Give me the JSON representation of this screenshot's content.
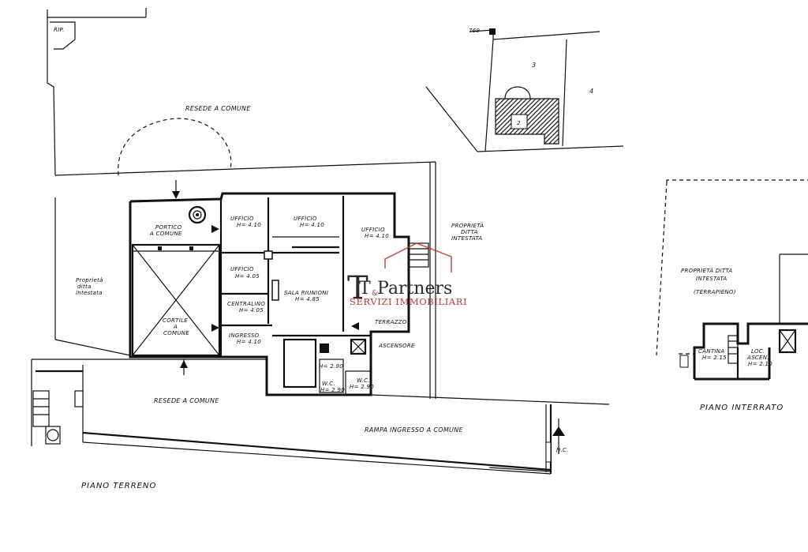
{
  "labels": {
    "rip": "RIP.",
    "resede_top": "RESEDE A COMUNE",
    "parcel_769": "769",
    "parcel_3": "3",
    "parcel_4": "4",
    "parcel_2": "2",
    "proprieta_left_1": "Proprietà",
    "proprieta_left_2": "ditta",
    "proprieta_left_3": "intestata",
    "portico_1": "PORTICO",
    "portico_2": "A COMUNE",
    "cortile_1": "CORTILE",
    "cortile_2": "A",
    "cortile_3": "COMUNE",
    "ufficio1_1": "UFFICIO",
    "ufficio1_2": "H= 4.10",
    "ufficio2_1": "UFFICIO",
    "ufficio2_2": "H= 4.10",
    "ufficio3_1": "UFFICIO",
    "ufficio3_2": "H= 4.10",
    "ufficio4_1": "UFFICIO",
    "ufficio4_2": "H= 4.05",
    "centralino_1": "CENTRALINO",
    "centralino_2": "H= 4.05",
    "sala_1": "SALA RIUNIONI",
    "sala_2": "H= 4.85",
    "ingresso_1": "INGRESSO",
    "ingresso_2": "H= 4.10",
    "terrazzo": "TERRAZZO",
    "ascensore": "ASCENSORE",
    "wc_h1": "H= 2.90",
    "wc_1": "W.C.",
    "wc_2": "H= 2.90",
    "wc3_1": "W.C.",
    "wc3_2": "H= 2.90",
    "proprieta_right_1": "PROPRIETÀ",
    "proprieta_right_2": "DITTA",
    "proprieta_right_3": "INTESTATA",
    "resede_bottom": "RESEDE A COMUNE",
    "rampa": "RAMPA INGRESSO A COMUNE",
    "nc": "N.C.",
    "piano_terreno": "PIANO TERRENO",
    "proprieta_b_1": "PROPRIETÀ DITTA",
    "proprieta_b_2": "INTESTATA",
    "terrapieno": "(TERRAPIENO)",
    "cantina_1": "CANTINA",
    "cantina_2": "H= 2.15",
    "loc_1": "LOC.",
    "loc_2": "ASCEN.",
    "loc_3": "H= 2.10",
    "piano_interrato": "PIANO INTERRATO"
  },
  "logo": {
    "t_big": "T",
    "t_small": "T",
    "amp": "&",
    "partners": "Partners",
    "subtitle": "SERVIZI IMMOBILIARI",
    "accent_color": "#c0392b",
    "text_color": "#2a2a2a"
  }
}
